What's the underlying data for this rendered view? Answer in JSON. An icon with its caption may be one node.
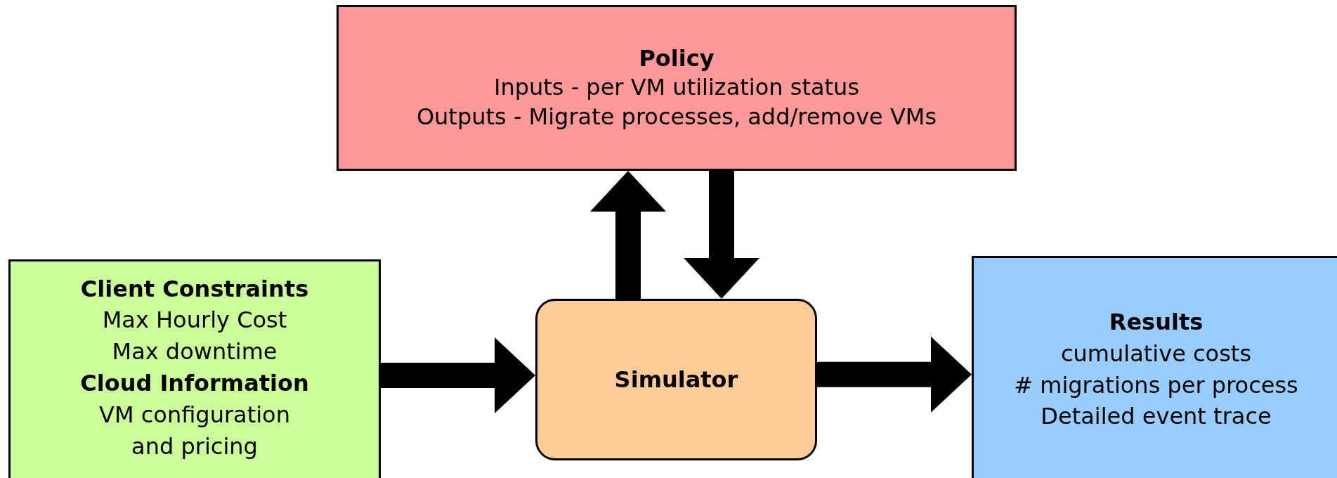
{
  "diagram": {
    "nodes": [
      {
        "text": [
          "Policy",
          "Inputs - per VM utilization status",
          "Outputs - Migrate processes, add/remove VMs"
        ]
      },
      {
        "text": [
          "Client Constraints",
          "Max Hourly Cost",
          "Max downtime",
          "Cloud Information",
          "VM configuration and pricing"
        ]
      },
      {
        "text": [
          "Simulator"
        ]
      },
      {
        "text": [
          "Results",
          "cumulative costs",
          "# migrations per process",
          "Detailed event trace"
        ]
      }
    ],
    "edges": [
      {
        "from": 1,
        "to": 2,
        "arrow": "to"
      },
      {
        "from": 2,
        "to": 0,
        "arrow": "to"
      },
      {
        "from": 0,
        "to": 2,
        "arrow": "to"
      },
      {
        "from": 2,
        "to": 3,
        "arrow": "to"
      }
    ]
  }
}
